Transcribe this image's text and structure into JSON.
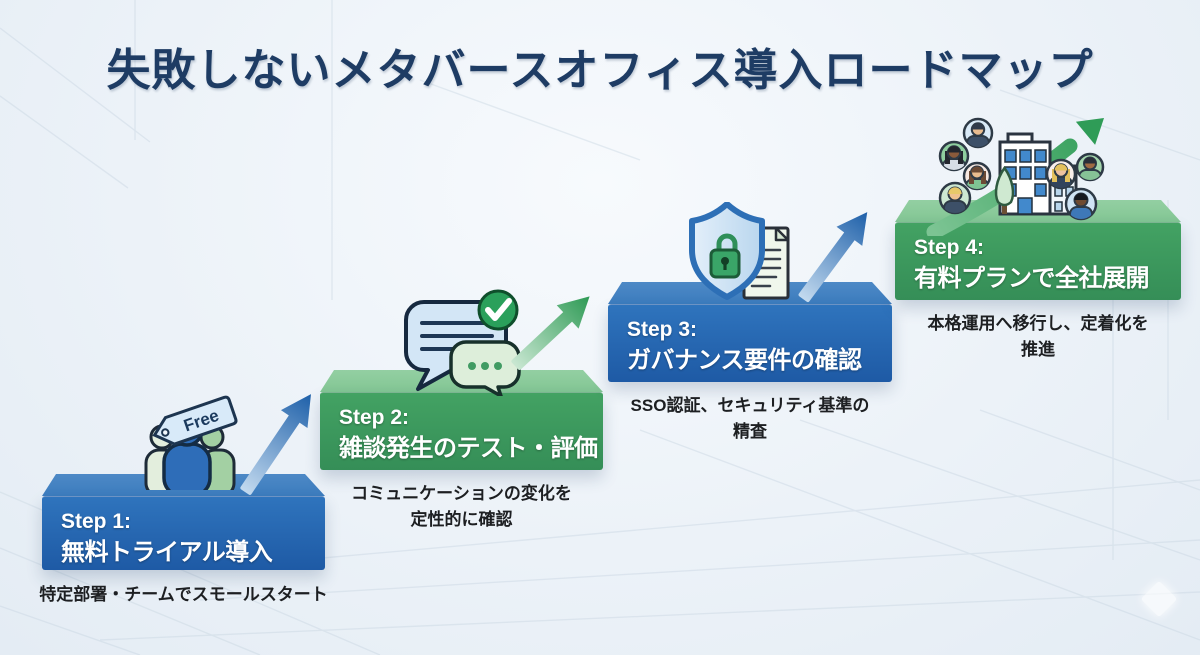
{
  "slide": {
    "title": "失敗しないメタバースオフィス導入ロードマップ"
  },
  "colors": {
    "title_text": "#1e3c64",
    "step_blue_front": "#2a6cb6",
    "step_blue_top": "#4180bf",
    "step_green_front": "#3f9e61",
    "step_green_top": "#8bcb9c",
    "arrow_blue": "#2166ae",
    "arrow_green": "#2f9c57",
    "caption_text": "#1d1f22"
  },
  "steps": [
    {
      "label": "Step 1:",
      "heading": "無料トライアル導入",
      "caption_line1": "特定部署・チームでスモールスタート",
      "caption_line2": "",
      "theme": "blue",
      "icon": "team-with-free-tag",
      "tag_label": "Free"
    },
    {
      "label": "Step 2:",
      "heading": "雑談発生のテスト・評価",
      "caption_line1": "コミュニケーションの変化を",
      "caption_line2": "定性的に確認",
      "theme": "green",
      "icon": "chat-bubbles-check"
    },
    {
      "label": "Step 3:",
      "heading": "ガバナンス要件の確認",
      "caption_line1": "SSO認証、セキュリティ基準の",
      "caption_line2": "精査",
      "theme": "blue",
      "icon": "shield-lock-document"
    },
    {
      "label": "Step 4:",
      "heading": "有料プランで全社展開",
      "caption_line1": "本格運用へ移行し、定着化を",
      "caption_line2": "推進",
      "theme": "green",
      "icon": "company-building-growth"
    }
  ]
}
